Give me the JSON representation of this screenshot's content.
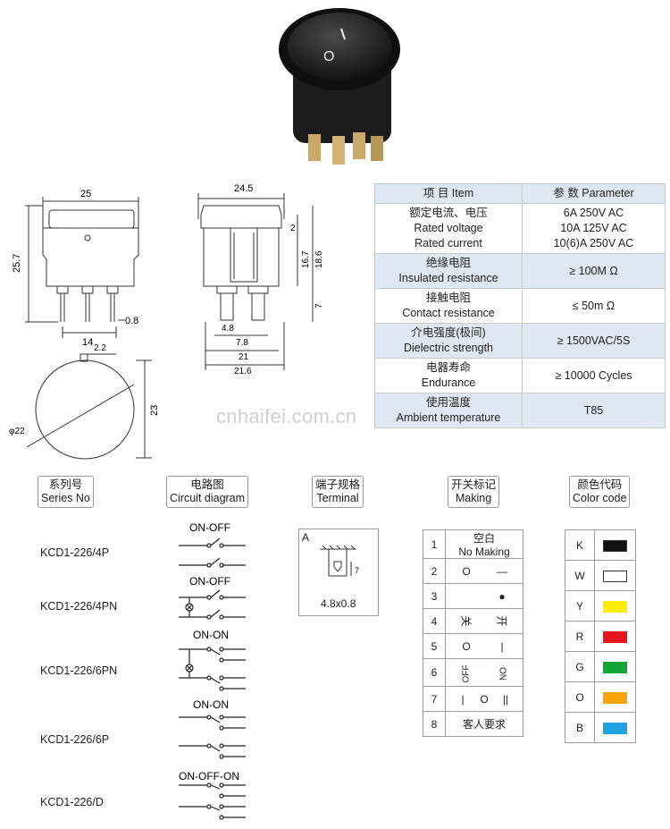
{
  "colors": {
    "switch_body": "#1d1d1d",
    "table_shade": "#dfe8f1",
    "K": "#111111",
    "W": "#ffffff",
    "Y": "#ffee00",
    "R": "#e8141b",
    "G": "#13a538",
    "O": "#f7a30a",
    "B": "#1fa2e0"
  },
  "dimensions": {
    "front_width": "25",
    "front_height": "25.7",
    "pin_spacing": "14",
    "pin_thickness": "0.8",
    "side_width": "24.5",
    "side_top": "2",
    "side_h1": "16.7",
    "side_h2": "18.6",
    "pin_len": "7",
    "pin_w1": "4.8",
    "pin_w2": "7.8",
    "base_w1": "21",
    "base_w2": "21.6",
    "round_tab": "2.2",
    "round_dia": "φ22",
    "round_h": "23"
  },
  "params": {
    "header_item": "项 目  Item",
    "header_param": "参 数  Parameter",
    "rows": [
      {
        "cn": "额定电流、电压",
        "en1": "Rated voltage",
        "en2": "Rated current",
        "v1": "6A  250V AC",
        "v2": "10A 125V AC",
        "v3": "10(6)A  250V AC"
      },
      {
        "cn": "绝缘电阻",
        "en": "Insulated resistance",
        "v": "≥ 100M Ω"
      },
      {
        "cn": "接触电阻",
        "en": "Contact resistance",
        "v": "≤ 50m Ω"
      },
      {
        "cn": "介电强度(极间)",
        "en": "Dielectric strength",
        "v": "≥ 1500VAC/5S"
      },
      {
        "cn": "电器寿命",
        "en": "Endurance",
        "v": "≥ 10000 Cycles"
      },
      {
        "cn": "使用温度",
        "en": "Ambient temperature",
        "v": "T85"
      }
    ]
  },
  "watermark": "cnhaifei.com.cn",
  "headers": {
    "series": {
      "cn": "系列号",
      "en": "Series No"
    },
    "circuit": {
      "cn": "电路图",
      "en": "Circuit diagram"
    },
    "terminal": {
      "cn": "端子规格",
      "en": "Terminal"
    },
    "making": {
      "cn": "开关标记",
      "en": "Making"
    },
    "color": {
      "cn": "颜色代码",
      "en": "Color code"
    }
  },
  "series": [
    "KCD1-226/4P",
    "KCD1-226/4PN",
    "KCD1-226/6PN",
    "KCD1-226/6P",
    "KCD1-226/D"
  ],
  "circuits": [
    "ON-OFF",
    "ON-OFF",
    "ON-ON",
    "ON-ON",
    "ON-OFF-ON"
  ],
  "terminal": {
    "letter": "A",
    "dim": "7",
    "size": "4.8x0.8"
  },
  "making": {
    "row1": {
      "n": "1",
      "cn": "空白",
      "en": "No Making"
    },
    "rows": [
      {
        "n": "2",
        "a": "O",
        "b": "—"
      },
      {
        "n": "3",
        "a": "",
        "b": "●"
      },
      {
        "n": "4",
        "a": "关",
        "b": "开"
      },
      {
        "n": "5",
        "a": "O",
        "b": "|"
      },
      {
        "n": "6",
        "a": "OFF",
        "b": "ON"
      },
      {
        "n": "7",
        "a": "|",
        "m": "O",
        "b": "||"
      }
    ],
    "row8": {
      "n": "8",
      "t": "客人要求"
    }
  },
  "color_codes": [
    {
      "l": "K",
      "c": "K"
    },
    {
      "l": "W",
      "c": "W"
    },
    {
      "l": "Y",
      "c": "Y"
    },
    {
      "l": "R",
      "c": "R"
    },
    {
      "l": "G",
      "c": "G"
    },
    {
      "l": "O",
      "c": "O"
    },
    {
      "l": "B",
      "c": "B"
    }
  ]
}
